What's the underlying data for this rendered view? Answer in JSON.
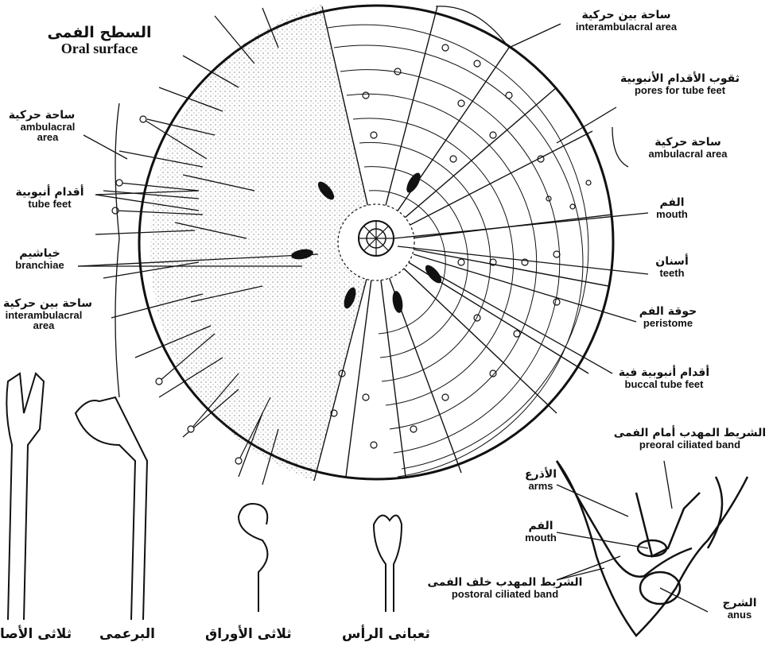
{
  "figure": {
    "title": {
      "ar": "السطح الفمى",
      "en": "Oral surface"
    },
    "labels": {
      "interambulacral_top": {
        "ar": "ساحة بين حركية",
        "en": "interambulacral area"
      },
      "pores": {
        "ar": "ثقوب الأقدام الأنبوبية",
        "en": "pores for tube feet"
      },
      "ambulacral_right": {
        "ar": "ساحة حركية",
        "en": "ambulacral area"
      },
      "mouth": {
        "ar": "الفم",
        "en": "mouth"
      },
      "teeth": {
        "ar": "أسنان",
        "en": "teeth"
      },
      "peristome": {
        "ar": "حوقة الفم",
        "en": "peristome"
      },
      "buccal": {
        "ar": "أقدام أنبوبية فية",
        "en": "buccal tube feet"
      },
      "ambulacral_left": {
        "ar": "ساحة حركية",
        "en": "ambulacral area"
      },
      "tube_feet": {
        "ar": "أقدام أنبوبية",
        "en": "tube feet"
      },
      "branchiae": {
        "ar": "خياشيم",
        "en": "branchiae"
      },
      "interambulacral_left": {
        "ar": "ساحة بين حركية",
        "en": "interambulacral area"
      }
    },
    "larva": {
      "preoral": {
        "ar": "الشريط المهدب أمام الفمى",
        "en": "preoral ciliated band"
      },
      "arms": {
        "ar": "الأذرع",
        "en": "arms"
      },
      "mouth": {
        "ar": "الفم",
        "en": "mouth"
      },
      "postoral": {
        "ar": "الشريط المهدب خلف الفمى",
        "en": "postoral ciliated band"
      },
      "anus": {
        "ar": "الشرج",
        "en": "anus"
      }
    },
    "pedicellariae": {
      "tridactyl": "ثلاثى الأصا",
      "ophiocephalous": "البرعمى",
      "trifoliate": "ثلاثى الأوراق",
      "globiferous": "ثعبانى الرأس"
    }
  },
  "colors": {
    "ink": "#111111",
    "paper": "#ffffff",
    "stipple": "#555555"
  }
}
